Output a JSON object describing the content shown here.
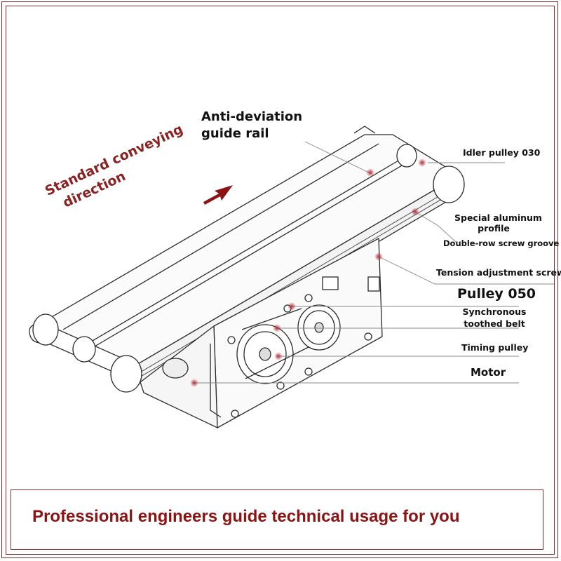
{
  "labels": {
    "guide_rail_1": "Anti-deviation",
    "guide_rail_2": "guide rail",
    "idler": "Idler pulley 030",
    "profile_1": "Special aluminum",
    "profile_2": "profile",
    "groove": "Double-row screw groove",
    "tension": "Tension adjustment screw",
    "pulley050": "Pulley 050",
    "belt_1": "Synchronous",
    "belt_2": "toothed belt",
    "timing": "Timing pulley",
    "motor": "Motor"
  },
  "direction": {
    "line1": "Standard conveying",
    "line2": "direction"
  },
  "banner": {
    "text": "Professional engineers guide technical usage for you"
  },
  "colors": {
    "accent": "#8a1414",
    "frame": "#7a2a2a",
    "line": "#2a2a2a"
  }
}
